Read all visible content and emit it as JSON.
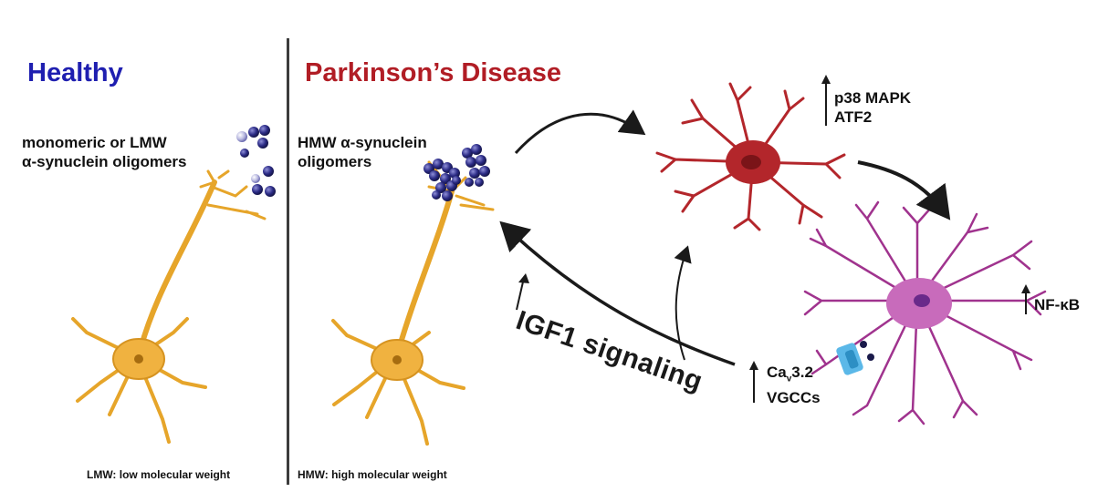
{
  "healthy": {
    "title": "Healthy",
    "oligomer_label_line1": "monomeric or LMW",
    "oligomer_label_line2": "α-synuclein oligomers",
    "footnote": "LMW: low molecular weight"
  },
  "disease": {
    "title": "Parkinson’s Disease",
    "oligomer_label_line1": "HMW α-synuclein",
    "oligomer_label_line2": "oligomers",
    "footnote": "HMW: high molecular weight"
  },
  "pathway": {
    "igf1": "IGF1 signaling",
    "microglia_marker_line1": "p38 MAPK",
    "microglia_marker_line2": "ATF2",
    "astrocyte_marker": "NF-κB",
    "channel_line1_main": "Ca",
    "channel_line1_sub": "v",
    "channel_line1_rest": "3.2",
    "channel_line2": "VGCCs"
  },
  "colors": {
    "healthy_title": "#1f1fb0",
    "disease_title": "#b11d25",
    "neuron": "#e6a52a",
    "microglia": "#b3262b",
    "astrocyte": "#a0338e",
    "oligomer": "#2a2a7a",
    "channel": "#5bb8e8"
  }
}
